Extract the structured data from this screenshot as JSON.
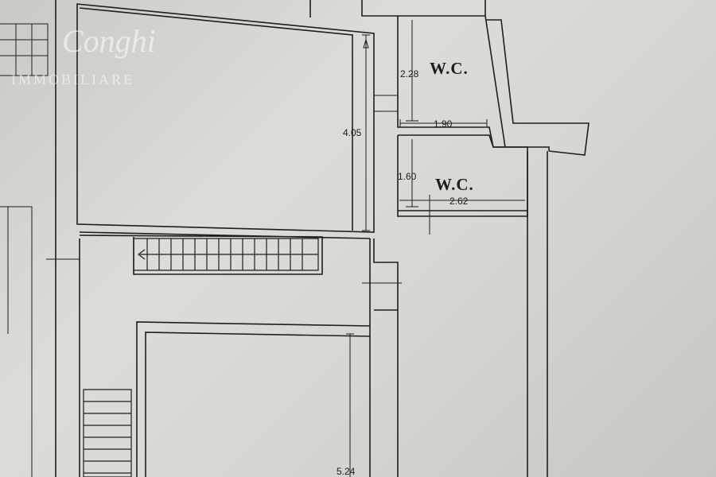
{
  "watermark": {
    "brand": "Conghi",
    "subtitle": "IMMOBILIARE"
  },
  "rooms": [
    {
      "label": "W.C."
    },
    {
      "label": "W.C."
    }
  ],
  "dimensions": [
    {
      "text": "2.28"
    },
    {
      "text": "1.90"
    },
    {
      "text": "4.05"
    },
    {
      "text": "1.60"
    },
    {
      "text": "2.62"
    },
    {
      "text": "5.24"
    }
  ],
  "colors": {
    "paper": "#d2d3ce",
    "ink": "#1c1c1c"
  }
}
